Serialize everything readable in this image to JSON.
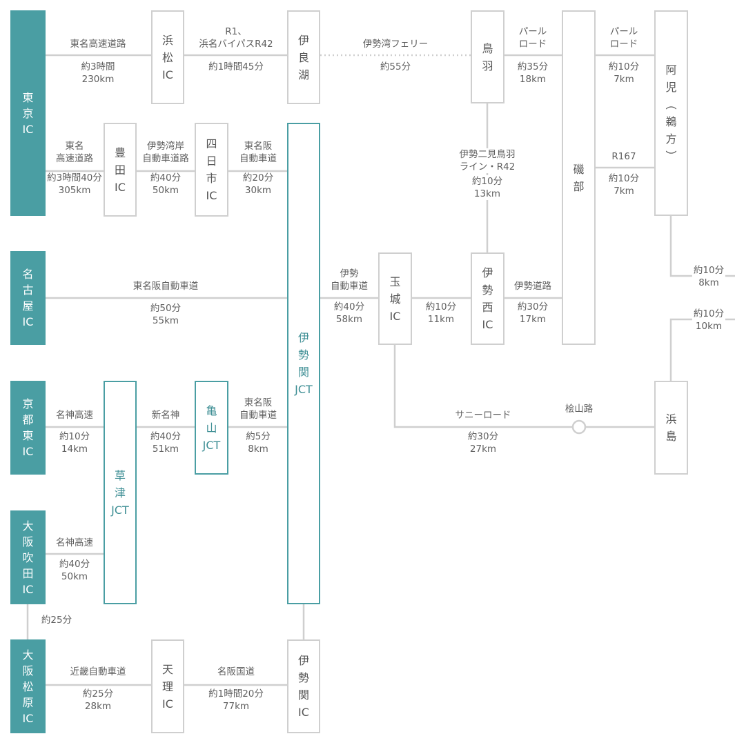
{
  "origins": {
    "tokyo": "東\n京\nIC",
    "nagoya": "名\n古\n屋\nIC",
    "kyoto": "京\n都\n東\nIC",
    "osaka_suita": "大\n阪\n吹\n田\nIC",
    "osaka_matsubara": "大\n阪\n松\n原\nIC"
  },
  "nodes": {
    "hamamatsu": "浜\n松\nIC",
    "irago": "伊\n良\n湖",
    "toyota": "豊\n田\nIC",
    "yokkaichi": "四\n日\n市\nIC",
    "ise_seki_jct": "伊\n勢\n関\nJCT",
    "kusatsu_jct": "草\n津\nJCT",
    "kameyama_jct": "亀\n山\nJCT",
    "tenri": "天\n理\nIC",
    "ise_seki_ic": "伊\n勢\n関\nIC",
    "toba": "鳥\n羽",
    "isobe": "磯\n部",
    "ago": "阿\n児\n︵\n鵜\n方\n︶",
    "tamaki": "玉\n城\nIC",
    "ise_nishi": "伊\n勢\n西\nIC",
    "hamajima": "浜\n島"
  },
  "routes": {
    "tokyo_hamamatsu": {
      "road": "東名高速道路",
      "meta": "約3時間\n230km"
    },
    "hamamatsu_irago": {
      "road": "R1、\n浜名バイパスR42",
      "meta": "約1時間45分"
    },
    "irago_toba": {
      "road": "伊勢湾フェリー",
      "meta": "約55分"
    },
    "toba_isobe": {
      "road": "パール\nロード",
      "meta": "約35分\n18km"
    },
    "isobe_ago_pearl": {
      "road": "パール\nロード",
      "meta": "約10分\n7km"
    },
    "isobe_ago_r167": {
      "road": "R167",
      "meta": "約10分\n7km"
    },
    "tokyo_toyota": {
      "road": "東名\n高速道路",
      "meta": "約3時間40分\n305km"
    },
    "toyota_yokkaichi": {
      "road": "伊勢湾岸\n自動車道路",
      "meta": "約40分\n50km"
    },
    "yokkaichi_iseseki": {
      "road": "東名阪\n自動車道",
      "meta": "約20分\n30km"
    },
    "toba_iseishi": {
      "road": "伊勢二見鳥羽\nライン・R42",
      "meta": "約10分\n13km"
    },
    "ago_exit": {
      "meta": "約10分\n8km"
    },
    "hamajima_exit": {
      "meta": "約10分\n10km"
    },
    "nagoya_iseseki": {
      "road": "東名阪自動車道",
      "meta": "約50分\n55km"
    },
    "iseseki_tamaki": {
      "road": "伊勢\n自動車道",
      "meta": "約40分\n58km"
    },
    "tamaki_iseishi": {
      "meta": "約10分\n11km"
    },
    "iseishi_isobe": {
      "road": "伊勢道路",
      "meta": "約30分\n17km"
    },
    "kyoto_kusatsu": {
      "road": "名神高速",
      "meta": "約10分\n14km"
    },
    "kusatsu_kameyama": {
      "road": "新名神",
      "meta": "約40分\n51km"
    },
    "kameyama_iseseki": {
      "road": "東名阪\n自動車道",
      "meta": "約5分\n8km"
    },
    "sunny_road": {
      "road": "サニーロード",
      "meta": "約30分\n27km",
      "waypoint": "桧山路"
    },
    "osaka_kusatsu": {
      "road": "名神高速",
      "meta": "約40分\n50km"
    },
    "suita_matsubara": {
      "meta": "約25分"
    },
    "matsubara_tenri": {
      "road": "近畿自動車道",
      "meta": "約25分\n28km"
    },
    "tenri_iseseki": {
      "road": "名阪国道",
      "meta": "約1時間20分\n77km"
    }
  },
  "colors": {
    "accent": "#4a9ea3",
    "line": "#cfcfcf",
    "text": "#5f5f5f"
  }
}
